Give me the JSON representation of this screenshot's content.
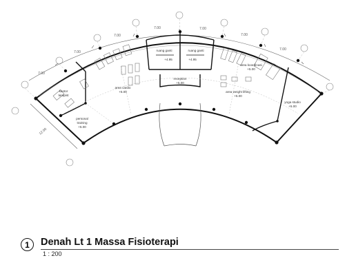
{
  "drawing": {
    "dimensions": {
      "bay": "7.00",
      "depth": "12.00"
    },
    "rooms": {
      "ruang_ganti_1": "ruang ganti",
      "ruang_ganti_2": "ruang ganti",
      "level_ganti_1": "+4.95",
      "level_ganti_2": "+4.95",
      "reception": "reception",
      "reception_level": "+5.00",
      "kantor": "kantor",
      "kantor_2": "terapist",
      "personal_training": "personal",
      "personal_training_2": "training",
      "personal_level": "+5.00",
      "area_cardio": "area cardio",
      "cardio_level": "+5.00",
      "area_koordinasi": "area koordinasi",
      "koordinasi_level": "+5.00",
      "area_weight": "area weight lifting",
      "weight_level": "+5.00",
      "yoga": "yoga studio",
      "yoga_level": "+5.00"
    }
  },
  "title_block": {
    "number": "1",
    "title": "Denah Lt 1 Massa Fisioterapi",
    "scale": "1 : 200"
  }
}
